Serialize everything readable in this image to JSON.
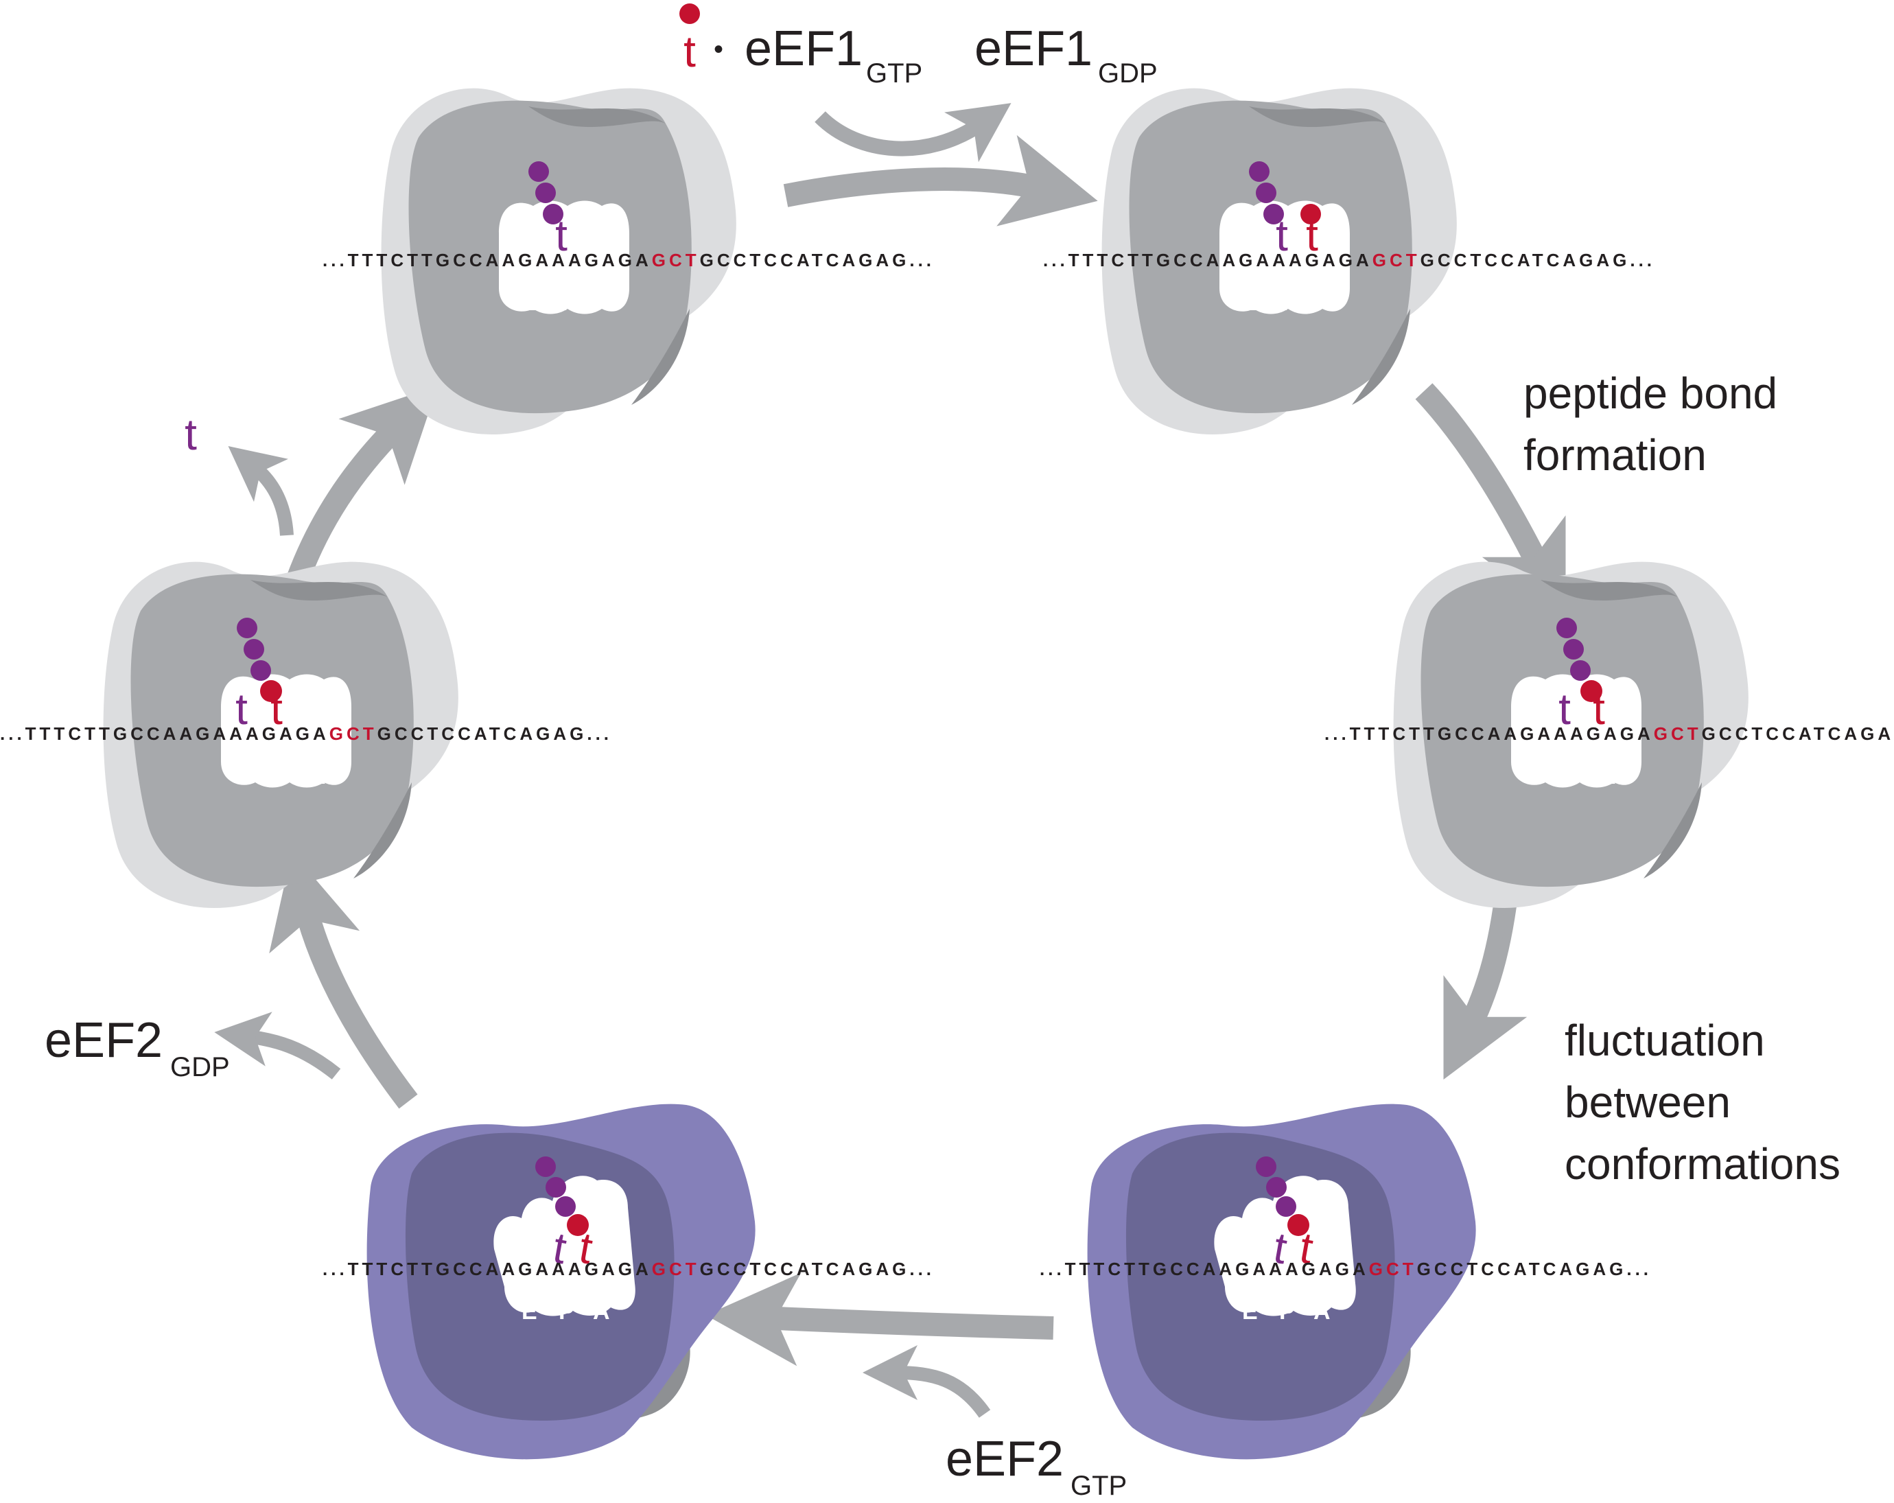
{
  "title": "Eukaryotic translation elongation cycle",
  "colors": {
    "arrow": "#a7a9ac",
    "ribosome_light": "#dcdddf",
    "ribosome_dark": "#a7a9ac",
    "ribosome_shadow": "#8e9093",
    "rotated_outer": "#8580b9",
    "rotated_inner": "#6a6795",
    "peptide": "#7b2a87",
    "aminoacyl": "#c4122f",
    "text": "#231f20"
  },
  "mrna": {
    "prefix": "...TTTCTTGCCAAGAAAGAGA",
    "codon": "GCT",
    "suffix": "GCCTCCATCAGAG..."
  },
  "sites": {
    "e": "E",
    "p": "P",
    "a": "A"
  },
  "trna_glyph": "t",
  "labels": {
    "eef1_gtp_main": "eEF1",
    "eef1_gtp_sub": "GTP",
    "eef1_gdp_main": "eEF1",
    "eef1_gdp_sub": "GDP",
    "dot": "•",
    "peptide_bond_line1": "peptide bond",
    "peptide_bond_line2": "formation",
    "fluctuation_line1": "fluctuation",
    "fluctuation_line2": "between",
    "fluctuation_line3": "conformations",
    "eef2_gtp_main": "eEF2",
    "eef2_gtp_sub": "GTP",
    "eef2_gdp_main": "eEF2",
    "eef2_gdp_sub": "GDP"
  },
  "states": [
    {
      "id": "post-translocation",
      "conformation": "classical",
      "p_site": "peptidyl-tRNA",
      "a_site": "empty"
    },
    {
      "id": "aminoacyl-tRNA-bound",
      "conformation": "classical",
      "p_site": "peptidyl-tRNA",
      "a_site": "aminoacyl-tRNA"
    },
    {
      "id": "pre-translocation-classical",
      "conformation": "classical",
      "p_site": "deacylated tRNA",
      "a_site": "peptidyl-tRNA"
    },
    {
      "id": "pre-translocation-rotated",
      "conformation": "rotated",
      "p_site": "deacylated tRNA",
      "a_site": "peptidyl-tRNA"
    },
    {
      "id": "eEF2-bound",
      "conformation": "rotated",
      "p_site": "deacylated tRNA",
      "a_site": "peptidyl-tRNA"
    },
    {
      "id": "translocated",
      "conformation": "classical",
      "e_site": "deacylated tRNA",
      "p_site": "peptidyl-tRNA"
    }
  ]
}
